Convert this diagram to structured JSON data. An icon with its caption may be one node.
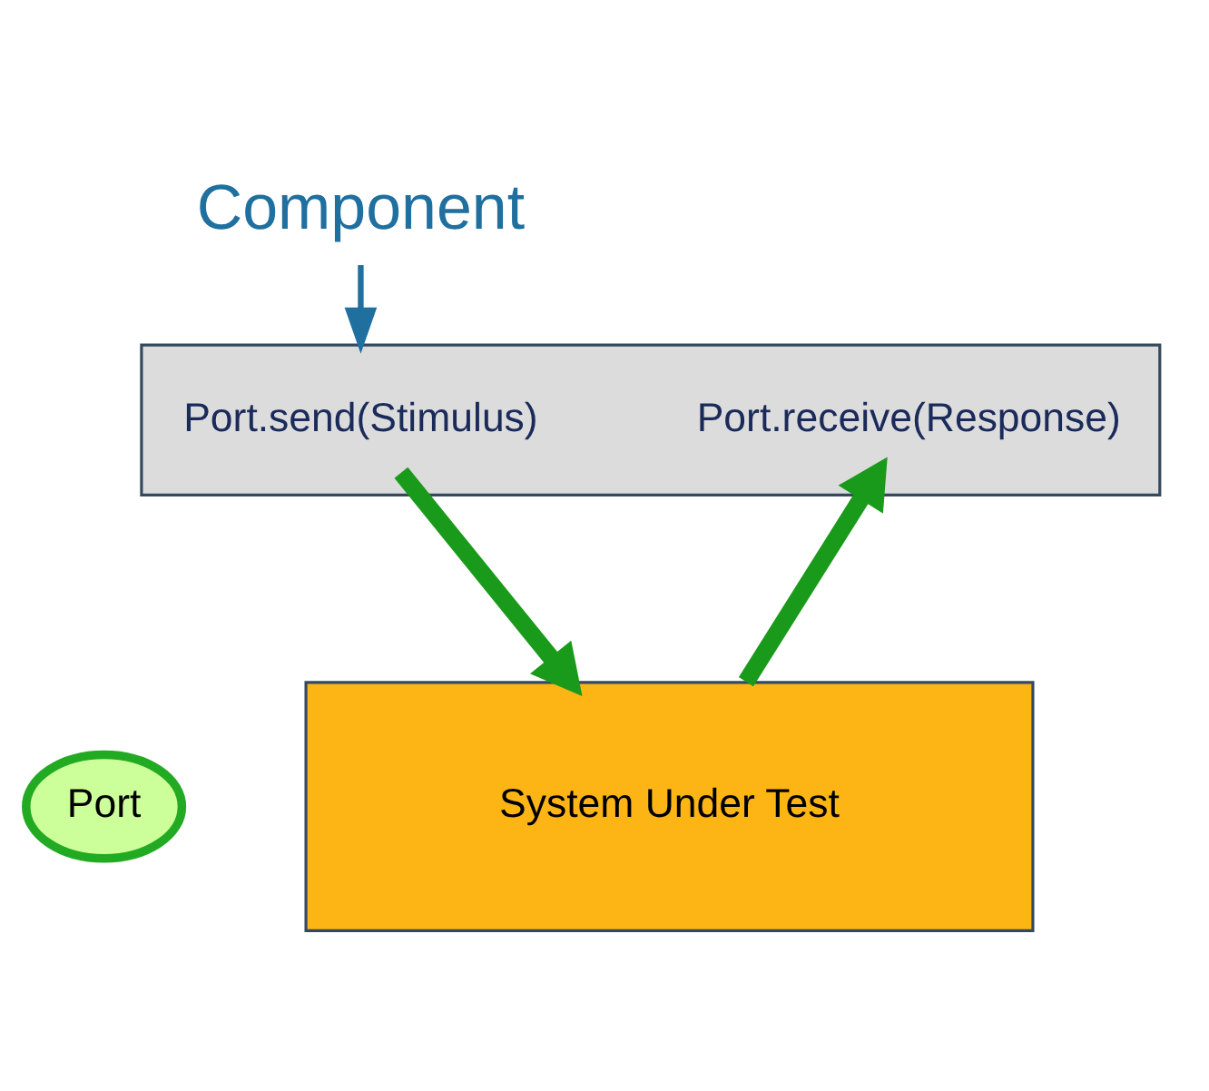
{
  "diagram": {
    "nodes": [
      {
        "text": [],
        "shape": "box"
      },
      {
        "text": [
          "Port.send(Stimulus)"
        ],
        "in": 0
      },
      {
        "text": [
          "Port.receive(Response)"
        ],
        "in": 0
      },
      {
        "text": [
          "Port"
        ]
      },
      {
        "text": [
          "System Under Test"
        ]
      },
      {
        "text": [
          "Component"
        ]
      }
    ],
    "edges": [
      {
        "from": 1,
        "to": 4,
        "arrow": "to"
      },
      {
        "from": 4,
        "to": 2,
        "arrow": "to"
      },
      {
        "from": 5,
        "to": 0,
        "arrow": "to",
        "color": "#1f6f9f"
      }
    ]
  }
}
